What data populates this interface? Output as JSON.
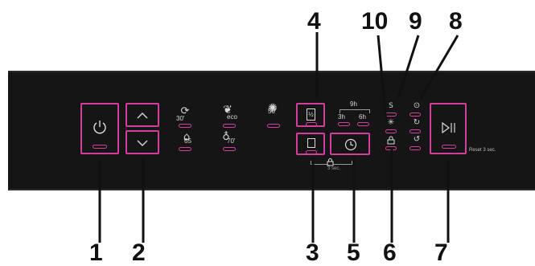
{
  "panel": {
    "accent_color": "#d63b9e",
    "background_color": "#151515",
    "buttons": {
      "power": {
        "icon": "power-icon"
      },
      "up": {
        "icon": "chevron-up-icon"
      },
      "down": {
        "icon": "chevron-down-icon"
      },
      "half_load": {
        "icon": "half-load-icon",
        "label": "½"
      },
      "option": {
        "icon": "option-square-icon"
      },
      "delay": {
        "icon": "clock-icon"
      },
      "start_pause": {
        "icon": "play-pause-icon"
      }
    },
    "programs": {
      "express": {
        "icon": "express-30-icon",
        "label": "30'"
      },
      "eco": {
        "icon": "leaf-eco-icon",
        "label": "eco"
      },
      "prog50": {
        "icon": "prog-50-icon",
        "label": "50'"
      },
      "intensive": {
        "icon": "pot-65-icon",
        "label": "65"
      },
      "glass": {
        "icon": "glass-70-icon",
        "label": "70'"
      }
    },
    "delay_labels": {
      "group": "9h",
      "left": "3h",
      "right": "6h"
    },
    "lock_label": "3 sec.",
    "reset_label": "Reset 3 sec.",
    "indicators": {
      "salt": {
        "icon": "salt-icon",
        "label": "S"
      },
      "rinse_aid": {
        "icon": "rinse-aid-icon",
        "label": "✳"
      },
      "lock": {
        "icon": "lock-icon"
      },
      "tablet": {
        "icon": "tablet-icon"
      },
      "cycle_a": {
        "icon": "cycle-a-icon"
      },
      "cycle_b": {
        "icon": "cycle-b-icon"
      }
    }
  },
  "callouts": {
    "n1": "1",
    "n2": "2",
    "n3": "3",
    "n4": "4",
    "n5": "5",
    "n6": "6",
    "n7": "7",
    "n8": "8",
    "n9": "9",
    "n10": "10"
  }
}
